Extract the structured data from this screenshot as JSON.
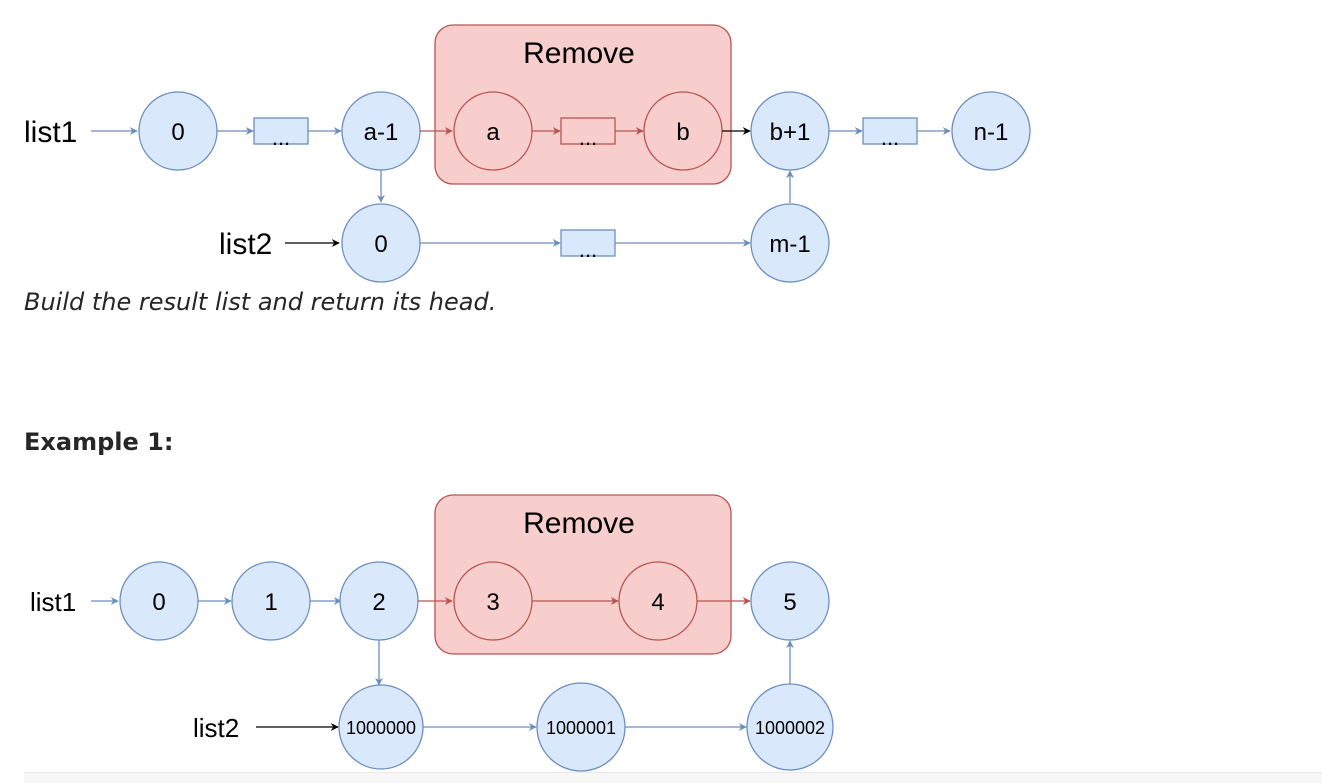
{
  "diagram1": {
    "remove_label": "Remove",
    "list1_label": "list1",
    "list2_label": "list2",
    "list1_nodes": [
      "0",
      "...",
      "a-1",
      "a",
      "...",
      "b",
      "b+1",
      "...",
      "n-1"
    ],
    "list2_nodes": [
      "0",
      "...",
      "m-1"
    ]
  },
  "caption": "Build the result list and return its head.",
  "example_heading": "Example 1:",
  "diagram2": {
    "remove_label": "Remove",
    "list1_label": "list1",
    "list2_label": "list2",
    "list1_nodes": [
      "0",
      "1",
      "2",
      "3",
      "4",
      "5"
    ],
    "list2_nodes": [
      "1000000",
      "1000001",
      "1000002"
    ]
  },
  "colors": {
    "node_fill": "#dae8fc",
    "node_stroke": "#6c8ebf",
    "remove_fill": "#f8cecc",
    "remove_stroke": "#b85450"
  }
}
